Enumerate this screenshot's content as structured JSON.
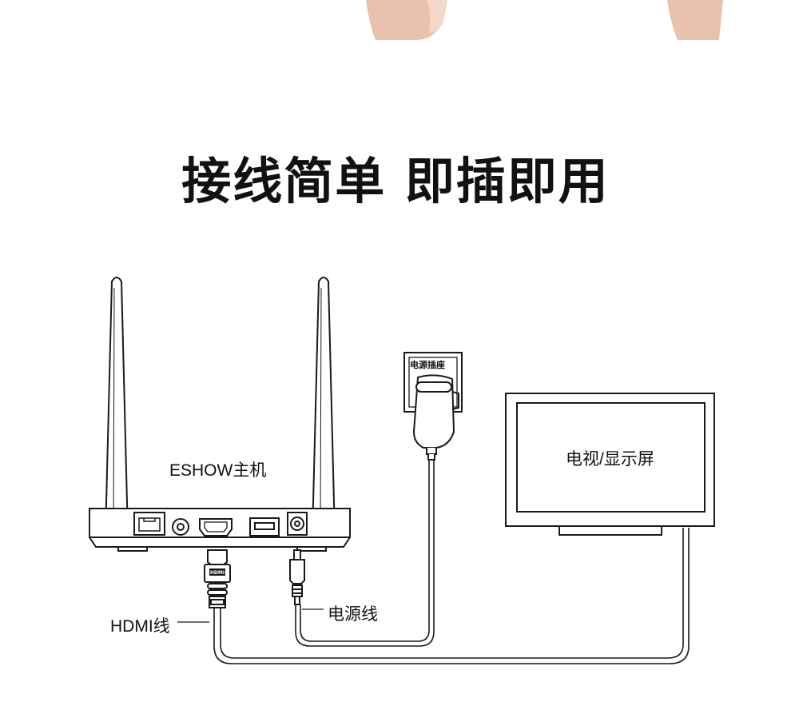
{
  "header": {
    "title": "接线简单 即插即用"
  },
  "diagram": {
    "host_label": "ESHOW主机",
    "power_socket_label": "电源插座",
    "tv_label": "电视/显示屏",
    "power_cable_label": "电源线",
    "hdmi_cable_label": "HDMI线",
    "hdmi_plug_text": "HDMI"
  },
  "colors": {
    "line": "#1a1a1a",
    "skin": "#e9c2ad",
    "background": "#ffffff"
  }
}
